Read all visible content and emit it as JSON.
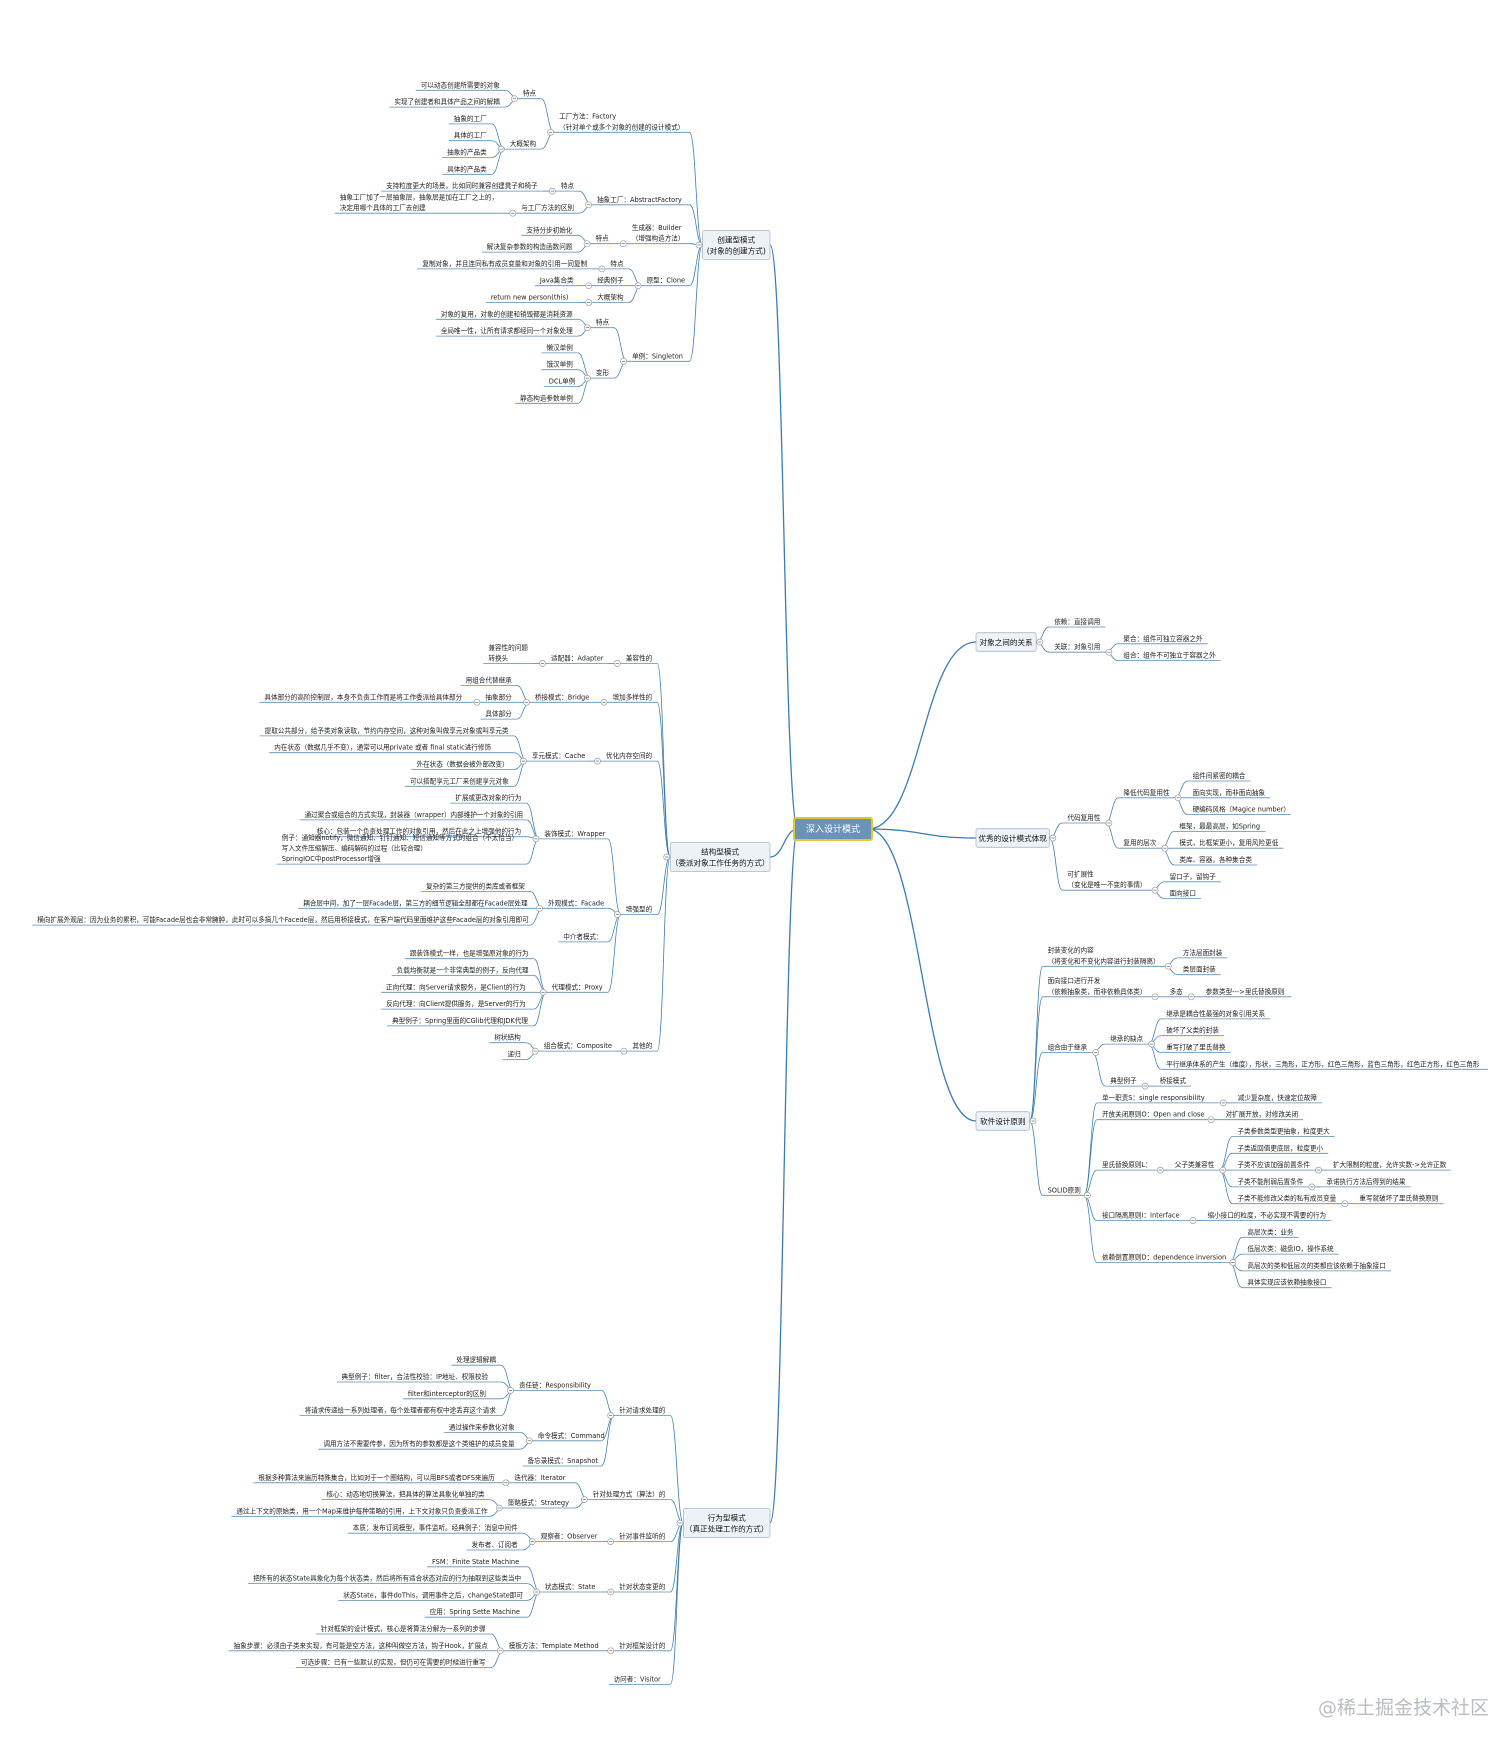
{
  "watermark": "@稀土掘金技术社区",
  "mindmap": {
    "label": "深入设计模式",
    "children": [
      {
        "label": "创建型模式\n(对象的创建方式)",
        "children": [
          {
            "label": "工厂方法：Factory\n（针对单个或多个对象的创建的设计模式）",
            "children": [
              {
                "label": "特点",
                "children": [
                  {
                    "label": "可以动态创建所需要的对象"
                  },
                  {
                    "label": "实现了创建者和具体产品之间的解耦"
                  }
                ]
              },
              {
                "label": "大概架构",
                "children": [
                  {
                    "label": "抽象的工厂"
                  },
                  {
                    "label": "具体的工厂"
                  },
                  {
                    "label": "抽象的产品类"
                  },
                  {
                    "label": "具体的产品类"
                  }
                ]
              }
            ]
          },
          {
            "label": "抽象工厂：AbstractFactory",
            "children": [
              {
                "label": "特点",
                "children": [
                  {
                    "label": "支持粒度更大的场景，比如同时兼容创建凳子和椅子"
                  }
                ]
              },
              {
                "label": "与工厂方法的区别",
                "children": [
                  {
                    "label": "抽象工厂加了一层抽象层，抽象层是加在工厂之上的，\n决定用哪个具体的工厂去创建"
                  }
                ]
              }
            ]
          },
          {
            "label": "生成器：Builder\n（增强构造方法）",
            "children": [
              {
                "label": "特点",
                "children": [
                  {
                    "label": "支持分步初始化"
                  },
                  {
                    "label": "解决复杂参数的构造函数问题"
                  }
                ]
              }
            ]
          },
          {
            "label": "原型：Clone",
            "children": [
              {
                "label": "特点",
                "children": [
                  {
                    "label": "复制对象，并且连同私有成员变量和对象的引用一同复制"
                  }
                ]
              },
              {
                "label": "经典例子",
                "children": [
                  {
                    "label": "Java集合类"
                  }
                ]
              },
              {
                "label": "大概架构",
                "children": [
                  {
                    "label": "return new person(this)"
                  }
                ]
              }
            ]
          },
          {
            "label": "单例：Singleton",
            "children": [
              {
                "label": "特点",
                "children": [
                  {
                    "label": "对象的复用，对象的创建和销毁都是消耗资源"
                  },
                  {
                    "label": "全局唯一性，让所有请求都经同一个对象处理"
                  }
                ]
              },
              {
                "label": "变形",
                "children": [
                  {
                    "label": "懒汉单例"
                  },
                  {
                    "label": "饿汉单例"
                  },
                  {
                    "label": "DCL单例"
                  },
                  {
                    "label": "静态构造参数单例"
                  }
                ]
              }
            ]
          }
        ]
      },
      {
        "label": "结构型模式\n（委派对象工作任务的方式）",
        "children": [
          {
            "label": "兼容性的",
            "children": [
              {
                "label": "适配器：Adapter",
                "children": [
                  {
                    "label": "兼容性的问题\n转换头"
                  }
                ]
              }
            ]
          },
          {
            "label": "增加多样性的",
            "children": [
              {
                "label": "桥接模式：Bridge",
                "children": [
                  {
                    "label": "用组合代替继承"
                  },
                  {
                    "label": "抽象部分",
                    "children": [
                      {
                        "label": "具体部分的高阶控制层，本身不负责工作而是将工作委派给具体部分"
                      }
                    ]
                  },
                  {
                    "label": "具体部分"
                  }
                ]
              }
            ]
          },
          {
            "label": "优化内存空间的",
            "children": [
              {
                "label": "享元模式：Cache",
                "children": [
                  {
                    "label": "提取公共部分，给予类对象读取，节约内存空间，这种对象叫做享元对象或叫享元类"
                  },
                  {
                    "label": "内在状态（数据几乎不变），通常可以用private 或者 final static进行修饰"
                  },
                  {
                    "label": "外在状态（数据会被外部改变）"
                  },
                  {
                    "label": "可以搭配享元工厂来创建享元对象"
                  }
                ]
              }
            ]
          },
          {
            "label": "增强型的",
            "children": [
              {
                "label": "装饰模式：Wrapper",
                "children": [
                  {
                    "label": "扩展或更改对象的行为"
                  },
                  {
                    "label": "通过聚合或组合的方式实现，封装器（wrapper）内部维护一个对象的引用"
                  },
                  {
                    "label": "核心：包装一个负责处理工作的对象引用，然后在此之上增强他的行为"
                  },
                  {
                    "label": "例子：通知器notify，微信通知、钉钉通知、短信通知等方式的组合（不太恰当）\n写入文件压缩解压、编码解码的过程（比较合理）\nSpringIOC中postProcessor增强"
                  }
                ]
              },
              {
                "label": "外观模式：Facade",
                "children": [
                  {
                    "label": "复杂的第三方提供的类库或者框架"
                  },
                  {
                    "label": "耦合层中间，加了一层Facade层，第三方的细节逻辑全部都在Facade层处理"
                  },
                  {
                    "label": "横向扩展外观层：因为业务的累积，可能Facade层也会非常臃肿，此时可以多搞几个Facede层，然后用桥接模式，在客户端代码里面维护这些Facade层的对象引用即可"
                  }
                ]
              },
              {
                "label": "中介者模式："
              },
              {
                "label": "代理模式：Proxy",
                "children": [
                  {
                    "label": "跟装饰模式一样，也是增强原对象的行为"
                  },
                  {
                    "label": "负载均衡就是一个非常典型的例子，反向代理"
                  },
                  {
                    "label": "正向代理：向Server请求服务，是Client的行为"
                  },
                  {
                    "label": "反向代理：向Client提供服务，是Server的行为"
                  },
                  {
                    "label": "典型例子：Spring里面的CGlib代理和JDK代理"
                  }
                ]
              }
            ]
          },
          {
            "label": "其他的",
            "children": [
              {
                "label": "组合模式：Composite",
                "children": [
                  {
                    "label": "树状结构"
                  },
                  {
                    "label": "递归"
                  }
                ]
              }
            ]
          }
        ]
      },
      {
        "label": "行为型模式\n（真正处理工作的方式）",
        "children": [
          {
            "label": "针对请求处理的",
            "children": [
              {
                "label": "责任链：Responsibility",
                "children": [
                  {
                    "label": "处理逻辑解耦"
                  },
                  {
                    "label": "典型例子：filter，合法性校验：IP地址、权限校验"
                  },
                  {
                    "label": "filter和interceptor的区别"
                  },
                  {
                    "label": "将请求传递给一系列处理者，每个处理者都有权中途丢弃这个请求"
                  }
                ]
              },
              {
                "label": "命令模式：Command",
                "children": [
                  {
                    "label": "通过操作来参数化对象"
                  },
                  {
                    "label": "调用方法不需要传参，因为所有的参数都是这个类维护的成员变量"
                  }
                ]
              },
              {
                "label": "备忘录模式：Snapshot"
              }
            ]
          },
          {
            "label": "针对处理方式（算法）的",
            "children": [
              {
                "label": "迭代器：Iterator",
                "children": [
                  {
                    "label": "根据多种算法来遍历特殊集合，比如对于一个图结构，可以用BFS或者DFS来遍历"
                  }
                ]
              },
              {
                "label": "策略模式：Strategy",
                "children": [
                  {
                    "label": "核心：动态地切换算法，把具体的算法具象化单独的类"
                  },
                  {
                    "label": "通过上下文的原始类，用一个Map来维护每种策略的引用，上下文对象只负责委派工作"
                  }
                ]
              }
            ]
          },
          {
            "label": "针对事件监听的",
            "children": [
              {
                "label": "观察者：Observer",
                "children": [
                  {
                    "label": "本质：发布订阅模型，事件监听。经典例子：消息中间件"
                  },
                  {
                    "label": "发布者、订阅者"
                  }
                ]
              }
            ]
          },
          {
            "label": "针对状态变更的",
            "children": [
              {
                "label": "状态模式：State",
                "children": [
                  {
                    "label": "FSM：Finite State Machine"
                  },
                  {
                    "label": "把所有的状态State具象化为每个状态类，然后将所有适合状态对应的行为抽取到这些类当中"
                  },
                  {
                    "label": "状态State，事件doThis，调用事件之后，changeState即可"
                  },
                  {
                    "label": "应用：Spring Sette Machine"
                  }
                ]
              }
            ]
          },
          {
            "label": "针对框架设计的",
            "children": [
              {
                "label": "模板方法：Template Method",
                "children": [
                  {
                    "label": "针对框架的设计模式，核心是将算法分解为一系列的步骤"
                  },
                  {
                    "label": "抽象步骤：必须由子类来实现，有可能是空方法，这种叫做空方法，钩子Hook，扩展点"
                  },
                  {
                    "label": "可选步骤：已有一些默认的实现，但仍可在需要的时候进行重写"
                  }
                ]
              }
            ]
          },
          {
            "label": "访问者：Visitor"
          }
        ]
      },
      {
        "label": "对象之间的关系",
        "children": [
          {
            "label": "依赖：直接调用"
          },
          {
            "label": "关联：对象引用",
            "children": [
              {
                "label": "聚合：组件可独立容器之外"
              },
              {
                "label": "组合：组件不可独立于容器之外"
              }
            ]
          }
        ]
      },
      {
        "label": "优秀的设计模式体现",
        "children": [
          {
            "label": "代码复用性",
            "children": [
              {
                "label": "降低代码复用性",
                "children": [
                  {
                    "label": "组件间紧密的耦合"
                  },
                  {
                    "label": "面向实现，而非面向抽象"
                  },
                  {
                    "label": "硬编码风格（Magice number）"
                  }
                ]
              },
              {
                "label": "复用的层次",
                "children": [
                  {
                    "label": "框架，最最高层，如Spring"
                  },
                  {
                    "label": "模式，比框架更小，复用风险更低"
                  },
                  {
                    "label": "类库、容器，各种集合类"
                  }
                ]
              }
            ]
          },
          {
            "label": "可扩展性\n（变化是唯一不变的事情）",
            "children": [
              {
                "label": "留口子，留钩子"
              },
              {
                "label": "面向接口"
              }
            ]
          }
        ]
      },
      {
        "label": "软件设计原则",
        "children": [
          {
            "label": "封装变化的内容\n（将变化和不变化内容进行封装隔离）",
            "children": [
              {
                "label": "方法层面封装"
              },
              {
                "label": "类层面封装"
              }
            ]
          },
          {
            "label": "面向接口进行开发\n（依赖抽象类，而非依赖具体类）",
            "children": [
              {
                "label": "多态",
                "children": [
                  {
                    "label": "参数类型--->里氏替换原则"
                  }
                ]
              }
            ]
          },
          {
            "label": "组合由于继承",
            "children": [
              {
                "label": "继承的缺点",
                "children": [
                  {
                    "label": "继承是耦合性最强的对象引用关系"
                  },
                  {
                    "label": "破坏了父类的封装"
                  },
                  {
                    "label": "重写打破了里氏替换"
                  },
                  {
                    "label": "平行继承体系的产生（维度），形状，三角形，正方形，红色三角形，蓝色三角形，红色正方形，红色三角形"
                  }
                ]
              },
              {
                "label": "典型例子",
                "children": [
                  {
                    "label": "桥接模式"
                  }
                ]
              }
            ]
          },
          {
            "label": "SOLID原则",
            "children": [
              {
                "label": "单一职责S：single responsibility",
                "children": [
                  {
                    "label": "减少复杂度，快速定位故障"
                  }
                ]
              },
              {
                "label": "开放关闭原则O：Open and close",
                "children": [
                  {
                    "label": "对扩展开放，对修改关闭"
                  }
                ]
              },
              {
                "label": "里氏替换原则L：",
                "children": [
                  {
                    "label": "父子类兼容性",
                    "children": [
                      {
                        "label": "子类参数类型更抽象，粒度更大"
                      },
                      {
                        "label": "子类返回值更底层，粒度更小"
                      },
                      {
                        "label": "子类不应该加强前置条件",
                        "children": [
                          {
                            "label": "扩大限制的粒度，允许实数->允许正数"
                          }
                        ]
                      },
                      {
                        "label": "子类不能削弱后置条件",
                        "children": [
                          {
                            "label": "承诺执行方法后得到的结果"
                          }
                        ]
                      },
                      {
                        "label": "子类不能修改父类的私有成员变量",
                        "children": [
                          {
                            "label": "重写就破坏了里氏替换原则"
                          }
                        ]
                      }
                    ]
                  }
                ]
              },
              {
                "label": "接口隔离原则I：Interface",
                "children": [
                  {
                    "label": "缩小接口的粒度，不必实现不需要的行为"
                  }
                ]
              },
              {
                "label": "依赖倒置原则D：dependence inversion",
                "children": [
                  {
                    "label": "高层次类：业务"
                  },
                  {
                    "label": "低层次类：磁盘IO，操作系统"
                  },
                  {
                    "label": "高层次的类和低层次的类都应该依赖于抽象接口"
                  },
                  {
                    "label": "具体实现应该依赖抽象接口"
                  }
                ]
              }
            ]
          }
        ]
      }
    ]
  },
  "colors": {
    "line": "#3c7bb0",
    "underline": "#5b8db8",
    "root_fill": "#6a93b8",
    "root_border": "#e8c330",
    "main_fill": "#edf2f7",
    "main_border": "#a9b9cb",
    "collapse_stroke": "#9a9a9a",
    "text": "#222222"
  }
}
